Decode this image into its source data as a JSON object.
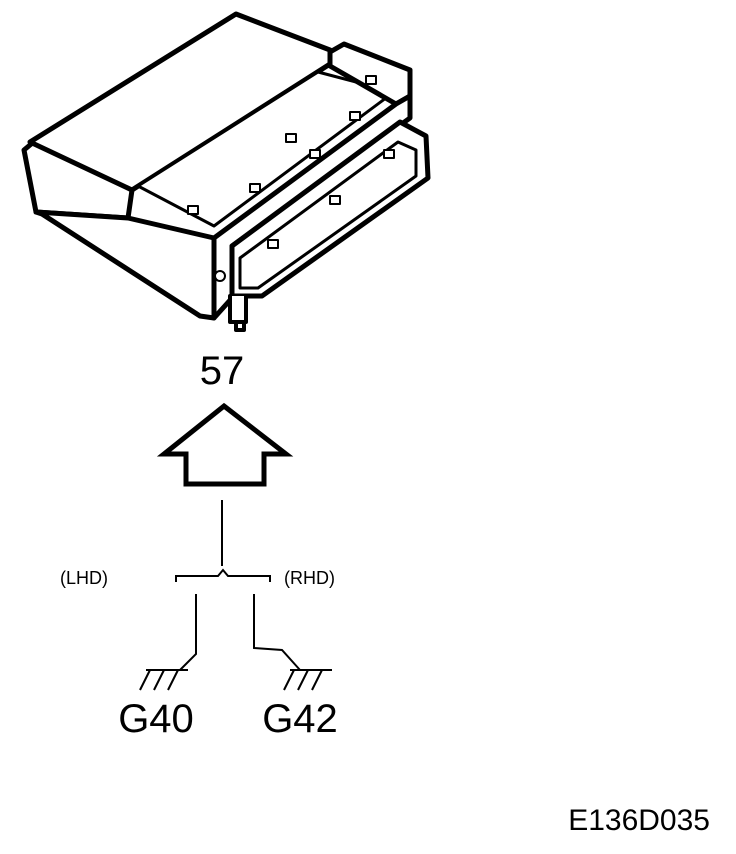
{
  "component": {
    "number": "57"
  },
  "branch": {
    "left_label": "(LHD)",
    "right_label": "(RHD)"
  },
  "grounds": {
    "left": "G40",
    "right": "G42"
  },
  "figure_code": "E136D035",
  "colors": {
    "ink": "#000000",
    "background": "#ffffff"
  }
}
